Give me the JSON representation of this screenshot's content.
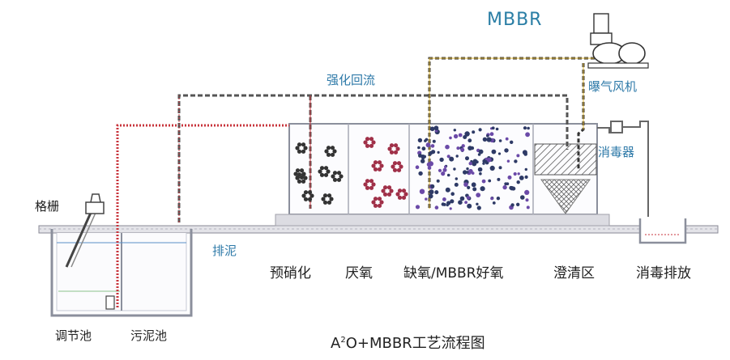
{
  "title_prefix": "A",
  "title_sup": "2",
  "title_suffix": "O+MBBR工艺流程图",
  "labels": {
    "mbbr": "MBBR",
    "blower": "曝气风机",
    "return_flow": "强化回流",
    "disinfector": "消毒器",
    "screen": "格栅",
    "sludge_discharge": "排泥",
    "pre_denitrification": "预硝化",
    "anaerobic": "厌氧",
    "anoxic_mbbr_aerobic": "缺氧/MBBR好氧",
    "clarifier": "澄清区",
    "disinfect_discharge": "消毒排放",
    "equalization_tank": "调节池",
    "sludge_tank": "污泥池"
  },
  "colors": {
    "label_blue": "#2d79a8",
    "label_dark": "#222222",
    "pipe_red": "#c8343c",
    "pipe_yellow": "#e2b93b",
    "pipe_dark": "#333333",
    "tank_line": "#9aa4b4",
    "ground": "#d9d9de"
  }
}
